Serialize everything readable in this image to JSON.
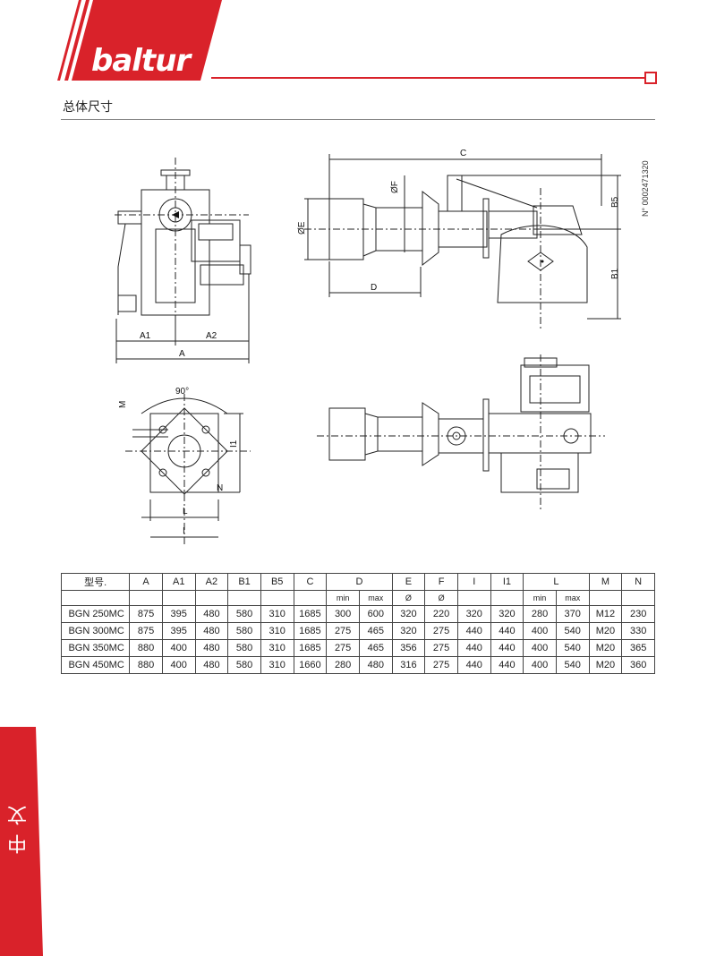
{
  "brand": {
    "logo_text": "baltur",
    "accent_color": "#d9222a"
  },
  "section": {
    "title": "总体尺寸"
  },
  "drawing": {
    "doc_number": "N° 0002471320",
    "labels": {
      "a1": "A1",
      "a2": "A2",
      "a": "A",
      "b1": "B1",
      "b5": "B5",
      "c": "C",
      "d": "D",
      "e": "ØE",
      "f": "ØF",
      "angle": "90°",
      "m": "M",
      "n": "N",
      "l": "L",
      "i": "I",
      "i1": "I1"
    }
  },
  "table": {
    "header": [
      "型号.",
      "A",
      "A1",
      "A2",
      "B1",
      "B5",
      "C",
      "D",
      "E",
      "F",
      "I",
      "I1",
      "L",
      "M",
      "N"
    ],
    "subheader": [
      "",
      "",
      "",
      "",
      "",
      "",
      "",
      "min",
      "max",
      "Ø",
      "Ø",
      "",
      "",
      "min",
      "max",
      "",
      ""
    ],
    "rows": [
      [
        "BGN 250MC",
        "875",
        "395",
        "480",
        "580",
        "310",
        "1685",
        "300",
        "600",
        "320",
        "220",
        "320",
        "320",
        "280",
        "370",
        "M12",
        "230"
      ],
      [
        "BGN 300MC",
        "875",
        "395",
        "480",
        "580",
        "310",
        "1685",
        "275",
        "465",
        "320",
        "275",
        "440",
        "440",
        "400",
        "540",
        "M20",
        "330"
      ],
      [
        "BGN 350MC",
        "880",
        "400",
        "480",
        "580",
        "310",
        "1685",
        "275",
        "465",
        "356",
        "275",
        "440",
        "440",
        "400",
        "540",
        "M20",
        "365"
      ],
      [
        "BGN 450MC",
        "880",
        "400",
        "480",
        "580",
        "310",
        "1660",
        "280",
        "480",
        "316",
        "275",
        "440",
        "440",
        "400",
        "540",
        "M20",
        "360"
      ]
    ]
  },
  "side_tab": {
    "text": "中文"
  }
}
